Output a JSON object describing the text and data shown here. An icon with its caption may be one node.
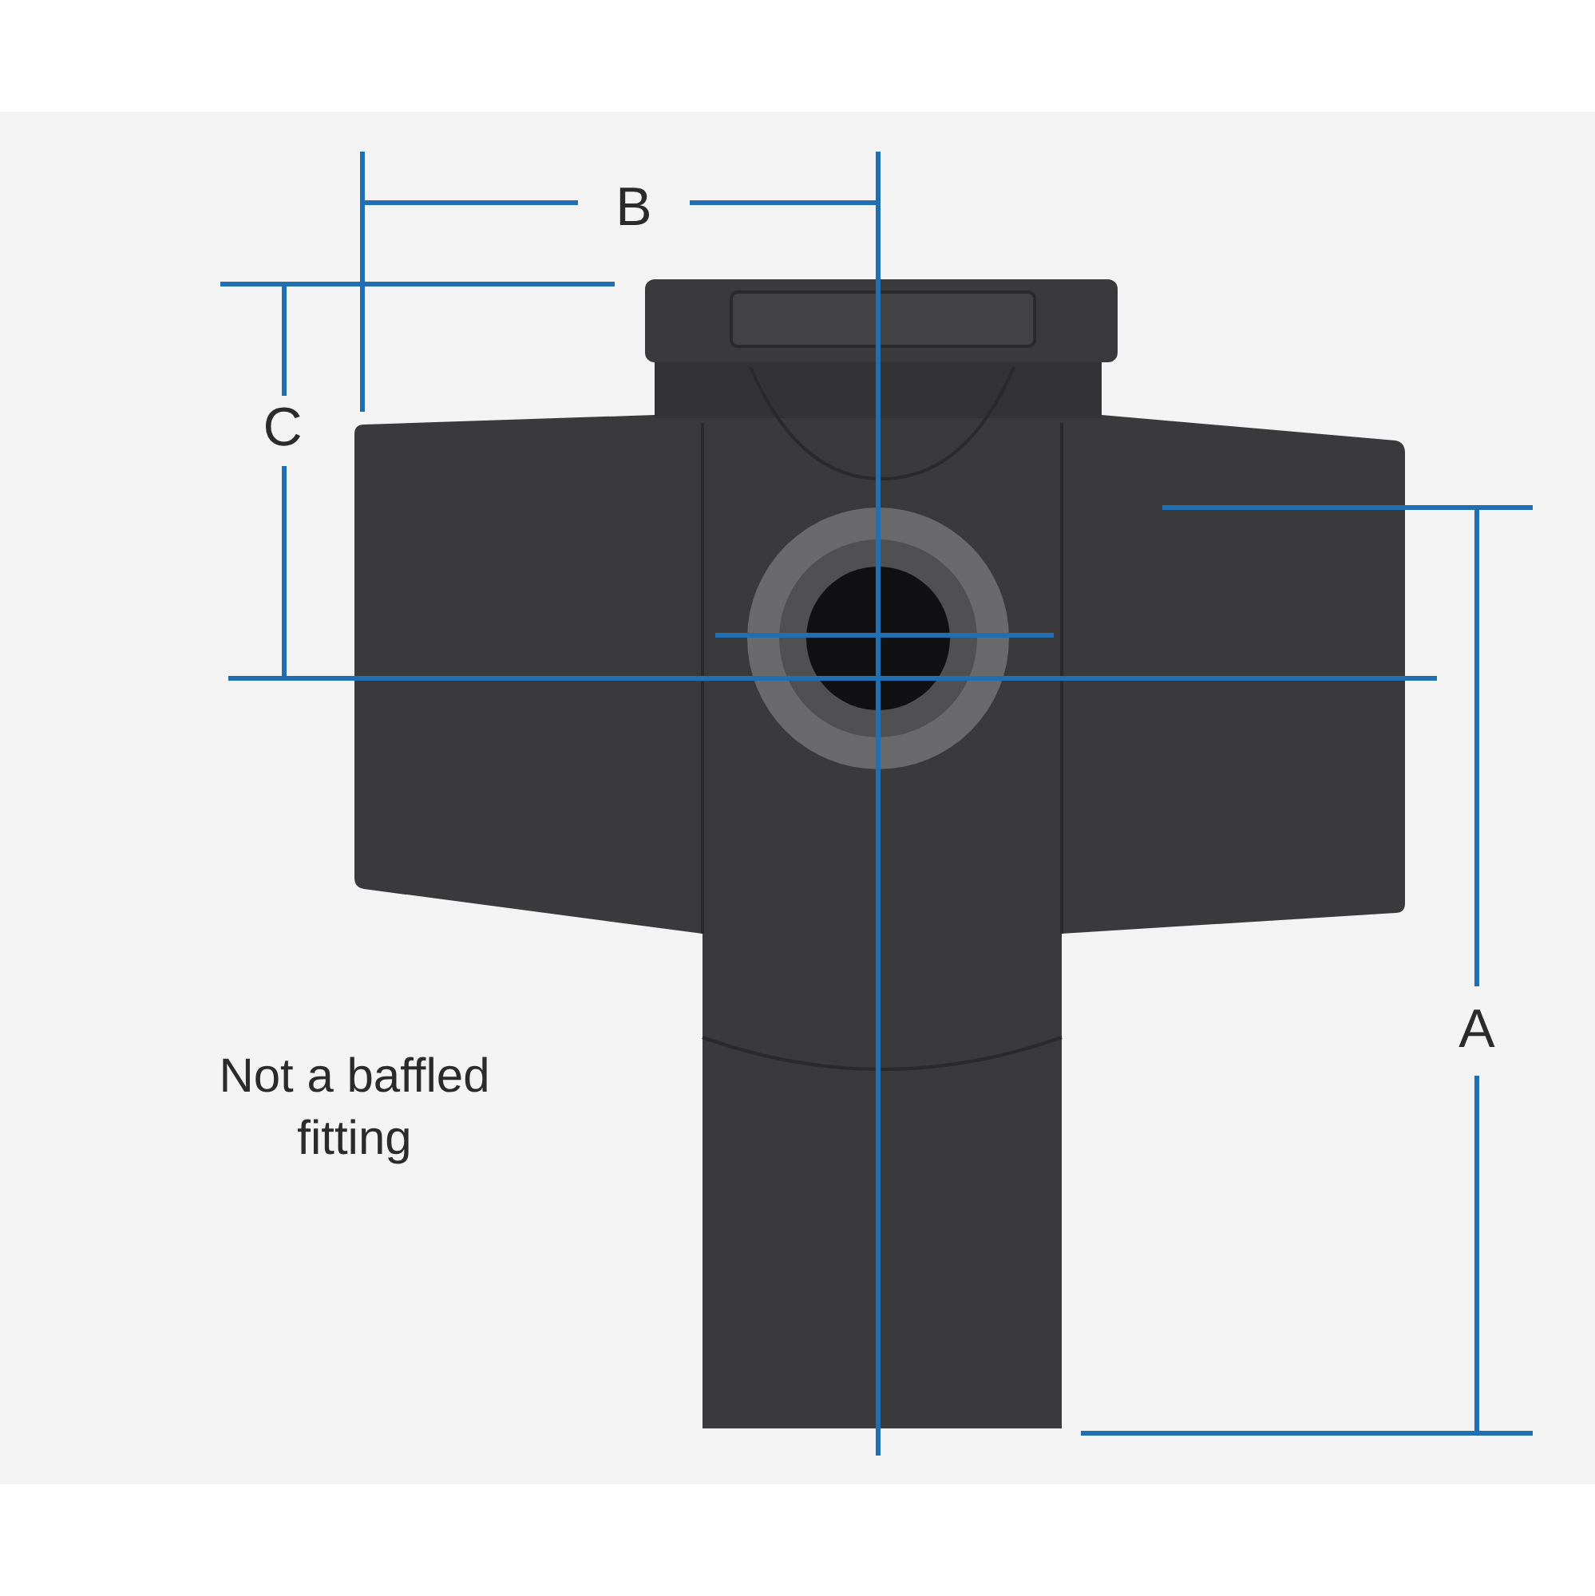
{
  "diagram": {
    "labels": [
      "B",
      "C",
      "A",
      "Not a baffled fitting"
    ]
  }
}
